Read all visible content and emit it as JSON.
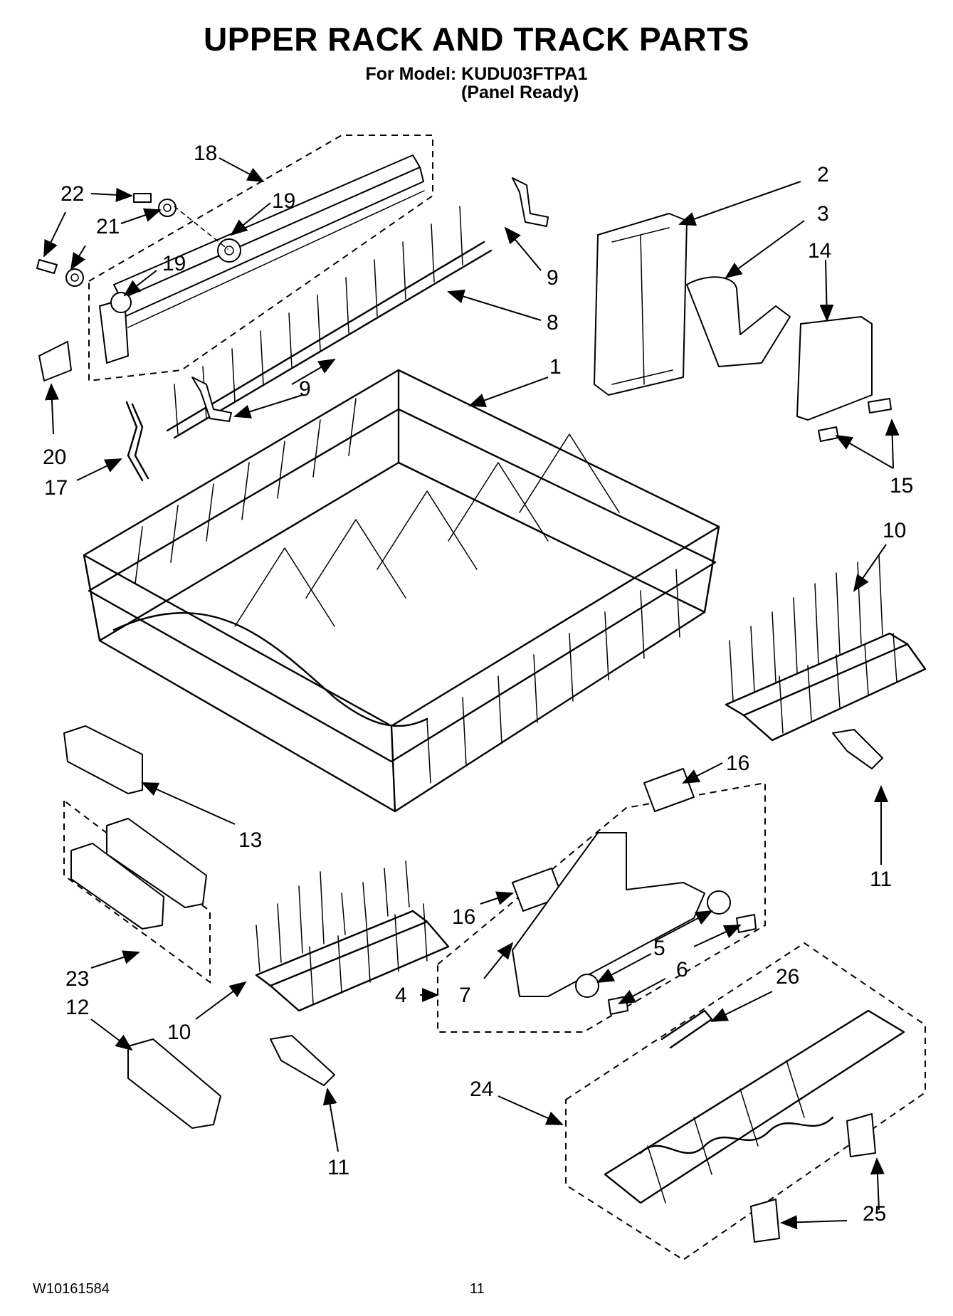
{
  "header": {
    "title": "UPPER RACK AND TRACK PARTS",
    "model_line": "For Model: KUDU03FTPA1",
    "model_variant": "(Panel Ready)"
  },
  "footer": {
    "doc_number": "W10161584",
    "page_number": "11"
  },
  "callouts": {
    "c1": "1",
    "c2": "2",
    "c3": "3",
    "c4": "4",
    "c5": "5",
    "c6a": "6",
    "c7": "7",
    "c8": "8",
    "c9a": "9",
    "c9b": "9",
    "c10a": "10",
    "c10b": "10",
    "c11a": "11",
    "c11b": "11",
    "c12": "12",
    "c13": "13",
    "c14": "14",
    "c15": "15",
    "c16a": "16",
    "c16b": "16",
    "c17": "17",
    "c18": "18",
    "c19a": "19",
    "c19b": "19",
    "c20": "20",
    "c21": "21",
    "c22": "22",
    "c23": "23",
    "c24": "24",
    "c25": "25",
    "c26": "26"
  }
}
